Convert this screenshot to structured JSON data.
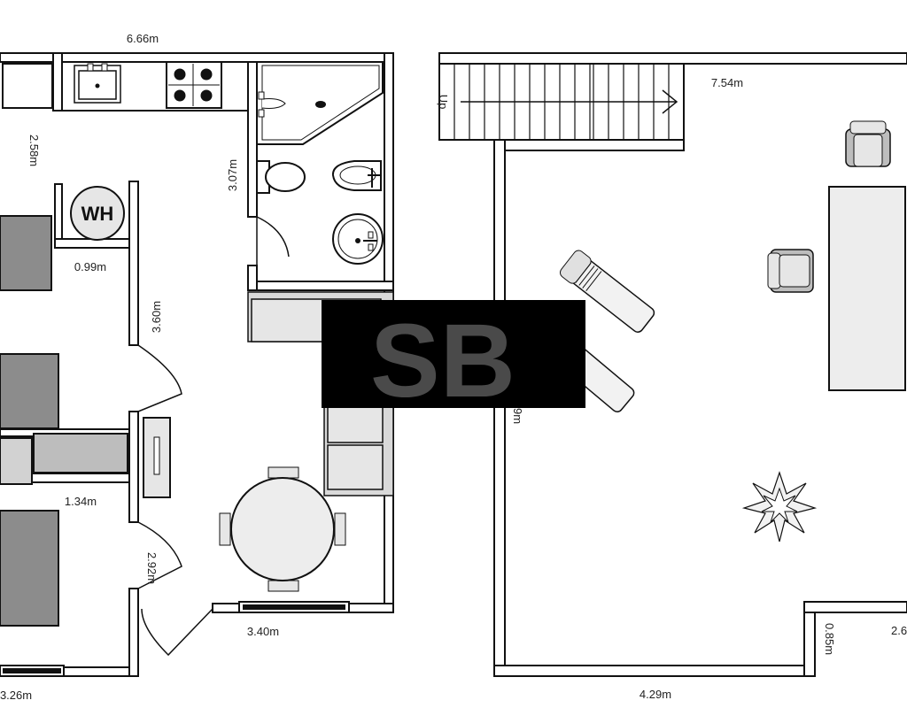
{
  "dimensions": {
    "top_width": "6.66m",
    "left_height": "2.58m",
    "bath_height": "3.07m",
    "closet_width": "0.99m",
    "hall_height": "3.60m",
    "corridor_width": "1.34m",
    "entry_height": "2.92m",
    "living_width": "3.40m",
    "bottom_left": "3.26m",
    "terrace_width": "7.54m",
    "terrace_left_height": "9m",
    "terrace_bottom": "4.29m",
    "notch_height": "0.85m",
    "right_edge": "2.6"
  },
  "labels": {
    "stairs": "Up",
    "water_heater": "WH",
    "watermark": "SB"
  },
  "colors": {
    "wall": "#111111",
    "furniture_fill": "#e6e6e6",
    "bed_fill": "#8c8c8c",
    "logo_bg": "#000000",
    "logo_text": "#4a4a4a"
  }
}
